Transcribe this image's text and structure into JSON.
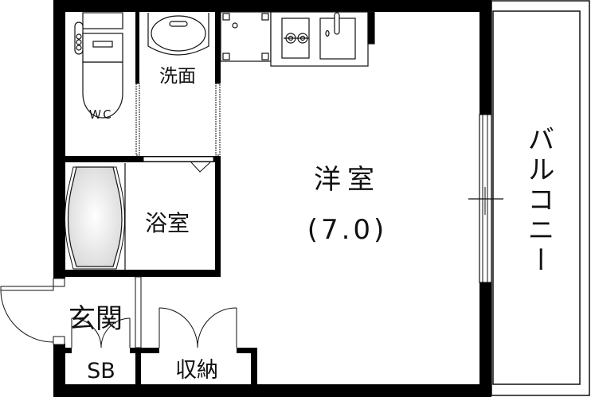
{
  "floor_plan": {
    "rooms": {
      "wc": "ＷＣ",
      "washroom": "洗面",
      "bathroom": "浴室",
      "western_room": "洋室",
      "western_room_size": "(7.0)",
      "entrance": "玄関",
      "shoe_box": "SB",
      "storage": "収納",
      "balcony": "バルコニー"
    },
    "colors": {
      "wall": "#000000",
      "line": "#111111",
      "background": "#ffffff"
    }
  }
}
